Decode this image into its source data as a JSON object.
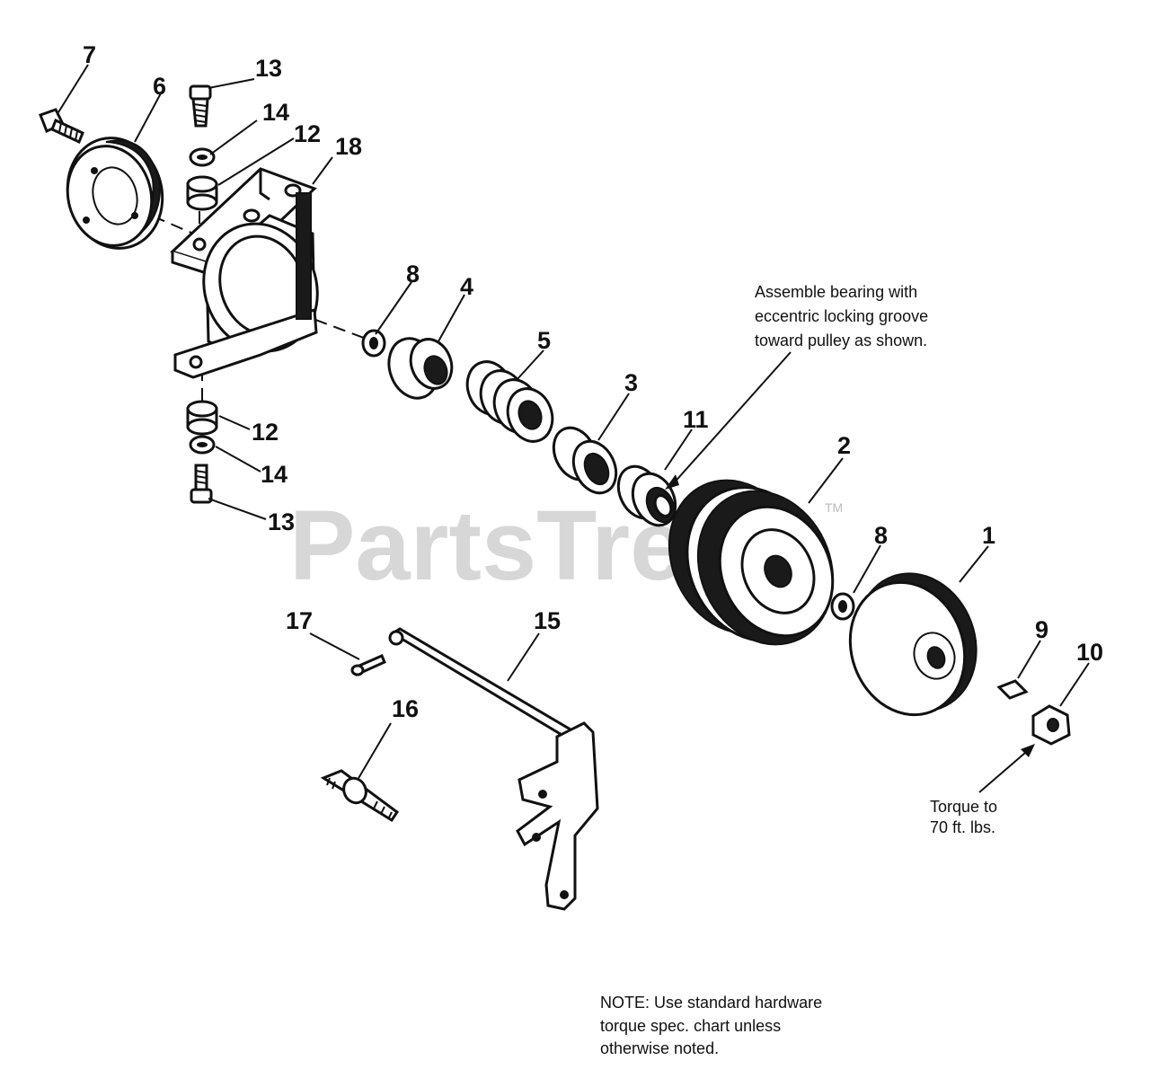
{
  "watermark": {
    "text": "PartsTree",
    "tm": "TM"
  },
  "callouts": {
    "c1": "1",
    "c2": "2",
    "c3": "3",
    "c4": "4",
    "c5": "5",
    "c6": "6",
    "c7": "7",
    "c8a": "8",
    "c8b": "8",
    "c9": "9",
    "c10": "10",
    "c11": "11",
    "c12a": "12",
    "c12b": "12",
    "c13a": "13",
    "c13b": "13",
    "c14a": "14",
    "c14b": "14",
    "c15": "15",
    "c16": "16",
    "c17": "17",
    "c18": "18"
  },
  "notes": {
    "bearing": [
      "Assemble bearing with",
      "eccentric locking groove",
      "toward pulley as shown."
    ],
    "torque": [
      "Torque to",
      "70 ft. lbs."
    ],
    "general": [
      "NOTE:  Use standard hardware",
      "torque spec. chart unless",
      "otherwise noted."
    ]
  }
}
